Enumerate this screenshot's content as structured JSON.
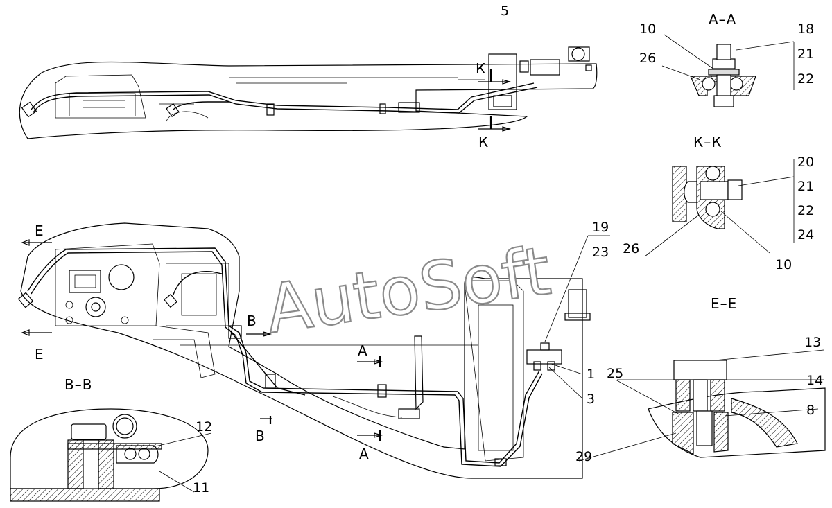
{
  "watermark": "AutoSoft",
  "sections": {
    "a_a": "А–А",
    "k_k": "К–К",
    "e_e": "Е–Е",
    "b_b": "В–В"
  },
  "markers": {
    "k_top": "К",
    "k_bottom": "К",
    "e_top": "Е",
    "e_bottom": "Е",
    "b_top": "В",
    "b_bottom": "В",
    "a_top": "А",
    "a_bottom": "А"
  },
  "callouts": {
    "c5": "5",
    "c10a": "10",
    "c26a": "26",
    "c18": "18",
    "c21a": "21",
    "c22a": "22",
    "c20": "20",
    "c21b": "21",
    "c22b": "22",
    "c24": "24",
    "c26b": "26",
    "c10b": "10",
    "c19": "19",
    "c23": "23",
    "c1": "1",
    "c3": "3",
    "c13": "13",
    "c25": "25",
    "c14": "14",
    "c8": "8",
    "c29": "29",
    "c12": "12",
    "c11": "11"
  }
}
